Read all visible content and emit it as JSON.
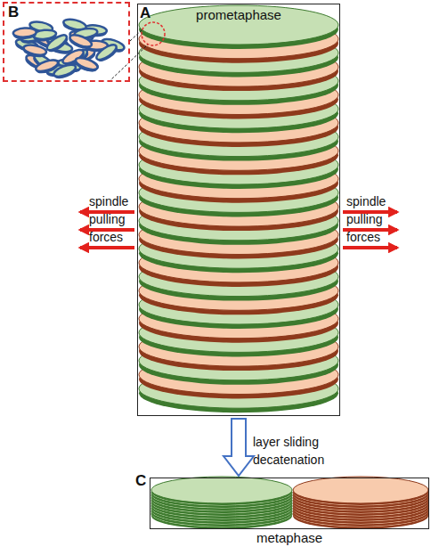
{
  "diagram": {
    "nodes": [
      {
        "text": [
          "B"
        ]
      },
      {
        "text": [
          "A",
          "prometaphase"
        ]
      },
      {
        "text": [
          "C",
          "metaphase"
        ]
      }
    ],
    "edges": [
      {
        "from": 1,
        "to": 2,
        "arrow": "to",
        "label": "layer sliding decatenation"
      }
    ],
    "labels": [
      "spindle pulling forces",
      "spindle pulling forces"
    ]
  }
}
